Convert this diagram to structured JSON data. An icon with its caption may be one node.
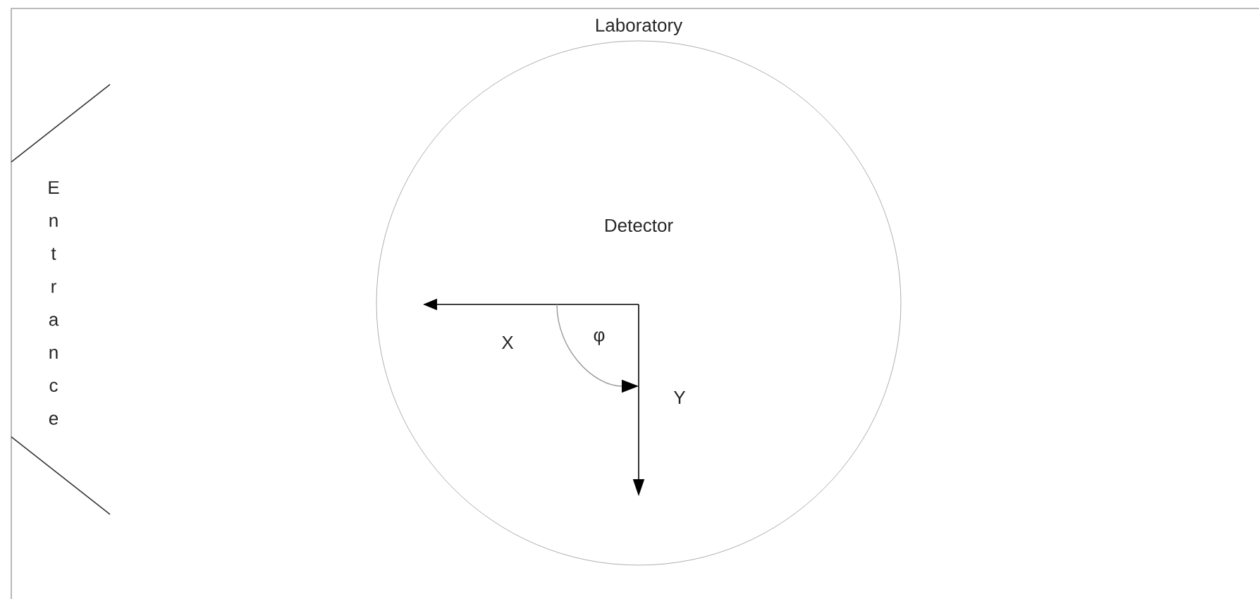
{
  "diagram": {
    "nodes": [
      {
        "text": [
          "Detector"
        ]
      }
    ],
    "labels": [
      "Laboratory",
      "Entrance",
      "X",
      "φ",
      "Y"
    ]
  }
}
